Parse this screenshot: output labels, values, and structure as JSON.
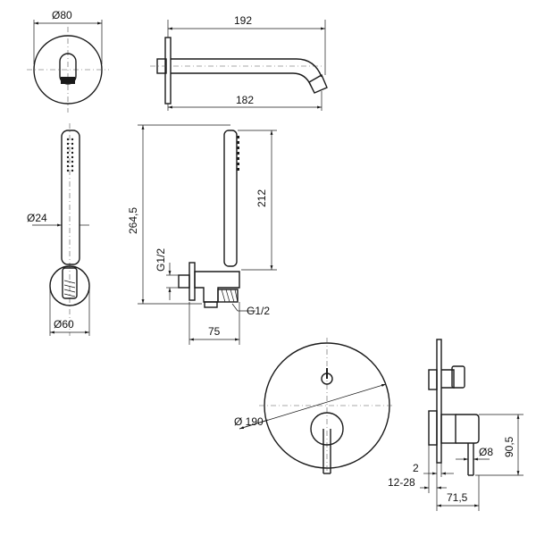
{
  "dimensions": {
    "d80": "Ø80",
    "d192": "192",
    "d182": "182",
    "d264": "264,5",
    "d212": "212",
    "d24": "Ø24",
    "d60": "Ø60",
    "g12a": "G1/2",
    "g12b": "G1/2",
    "d75": "75",
    "d190": "Ø 190",
    "d2": "2",
    "d1228": "12-28",
    "d8": "Ø8",
    "d905": "90,5",
    "d715": "71,5"
  }
}
